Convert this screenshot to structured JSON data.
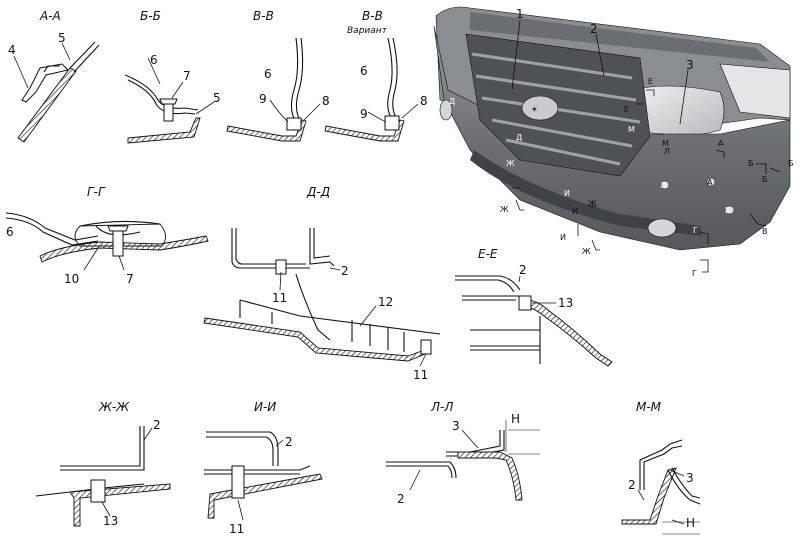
{
  "sections": {
    "aa": {
      "title": "А-А",
      "labels": [
        "4",
        "5"
      ]
    },
    "bb": {
      "title": "Б-Б",
      "labels": [
        "6",
        "7",
        "5"
      ]
    },
    "vv": {
      "title": "В-В",
      "labels": [
        "6",
        "9",
        "8"
      ]
    },
    "vv_variant": {
      "title": "В-В",
      "subtitle": "Вариант",
      "labels": [
        "6",
        "9",
        "8"
      ]
    },
    "gg": {
      "title": "Г-Г",
      "labels": [
        "6",
        "10",
        "7"
      ]
    },
    "dd": {
      "title": "Д-Д",
      "labels": [
        "2",
        "11",
        "12",
        "11"
      ]
    },
    "ee": {
      "title": "Е-Е",
      "labels": [
        "2",
        "13"
      ]
    },
    "zhzh": {
      "title": "Ж-Ж",
      "labels": [
        "2",
        "13"
      ]
    },
    "ii": {
      "title": "И-И",
      "labels": [
        "2",
        "11"
      ]
    },
    "ll": {
      "title": "Л-Л",
      "labels": [
        "3",
        "H",
        "2"
      ]
    },
    "mm": {
      "title": "М-М",
      "labels": [
        "2",
        "3",
        "H"
      ]
    }
  },
  "main_view": {
    "callouts": [
      "1",
      "2",
      "3"
    ],
    "section_marks": [
      "Е",
      "Е",
      "Д",
      "М",
      "М",
      "Л",
      "Л",
      "А",
      "А",
      "Б",
      "Б",
      "Б",
      "Д",
      "Ж",
      "Ж",
      "Ж",
      "И",
      "И",
      "И",
      "Ж",
      "В",
      "В",
      "Г",
      "Г"
    ]
  },
  "colors": {
    "line": "#111111",
    "bumper_dark": "#5a5d61",
    "bumper_mid": "#8a8d91",
    "bumper_light": "#c4c6c8",
    "headlight": "#e2e4e6"
  }
}
